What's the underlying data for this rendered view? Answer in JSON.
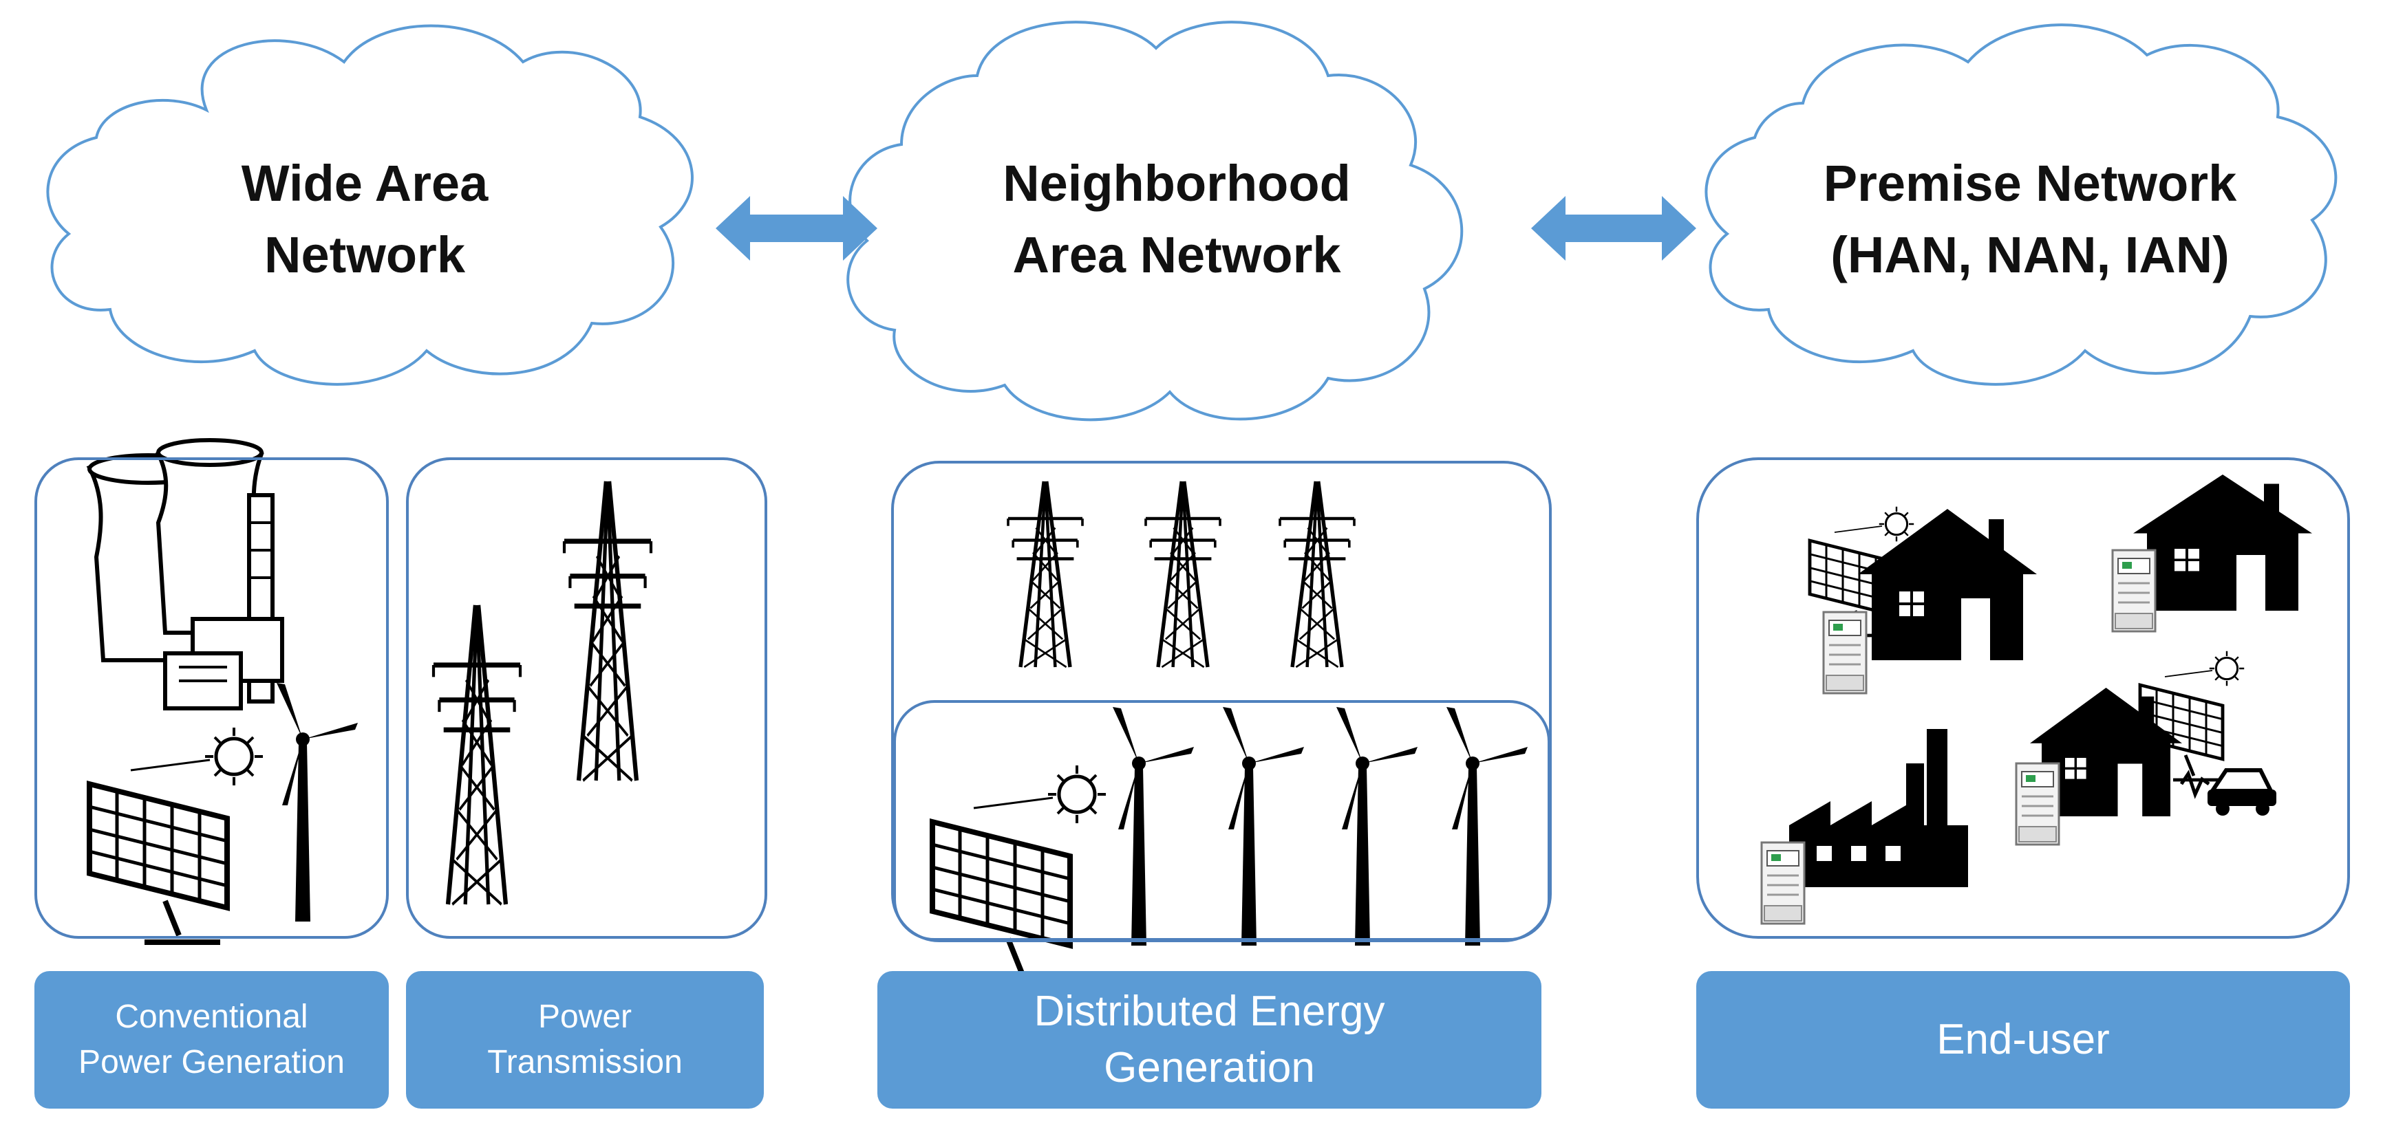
{
  "networks": {
    "wan": "Wide Area\nNetwork",
    "nan": "Neighborhood\nArea Network",
    "premise": "Premise Network\n(HAN, NAN, IAN)"
  },
  "labels": {
    "conventional": "Conventional\nPower Generation",
    "transmission": "Power\nTransmission",
    "distributed": "Distributed Energy\nGeneration",
    "enduser": "End-user"
  },
  "colors": {
    "cloud_stroke": "#5b9bd5",
    "arrow_fill": "#5b9bd5",
    "label_fill": "#5b9bd5",
    "panel_border": "#4f81bd"
  },
  "icons": [
    "cloud-icon",
    "double-arrow-icon",
    "power-plant-icon",
    "solar-panel-icon",
    "wind-turbine-icon",
    "transmission-tower-icon",
    "house-icon",
    "factory-icon",
    "smart-meter-icon",
    "electric-car-icon"
  ]
}
